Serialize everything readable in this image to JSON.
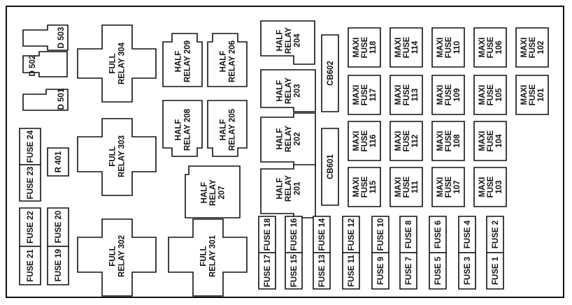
{
  "components": [
    {
      "id": "d503",
      "label": "D 503"
    },
    {
      "id": "d502",
      "label": "D 502"
    },
    {
      "id": "d501",
      "label": "D 501"
    },
    {
      "id": "r401",
      "label": "R 401"
    },
    {
      "id": "fr304",
      "lines": [
        "FULL",
        "RELAY 304"
      ]
    },
    {
      "id": "fr303",
      "lines": [
        "FULL",
        "RELAY 303"
      ]
    },
    {
      "id": "fr302",
      "lines": [
        "FULL",
        "RELAY 302"
      ]
    },
    {
      "id": "fr301",
      "lines": [
        "FULL",
        "RELAY 301"
      ]
    },
    {
      "id": "hr209",
      "lines": [
        "HALF",
        "RELAY 209"
      ]
    },
    {
      "id": "hr206",
      "lines": [
        "HALF",
        "RELAY 206"
      ]
    },
    {
      "id": "hr208",
      "lines": [
        "HALF",
        "RELAY 208"
      ]
    },
    {
      "id": "hr205",
      "lines": [
        "HALF",
        "RELAY 205"
      ]
    },
    {
      "id": "hr207",
      "lines": [
        "HALF",
        "RELAY",
        "207"
      ]
    },
    {
      "id": "hr204",
      "lines": [
        "HALF",
        "RELAY",
        "204"
      ]
    },
    {
      "id": "hr203",
      "lines": [
        "HALF",
        "RELAY",
        "203"
      ]
    },
    {
      "id": "hr202",
      "lines": [
        "HALF",
        "RELAY",
        "202"
      ]
    },
    {
      "id": "hr201",
      "lines": [
        "HALF",
        "RELAY",
        "201"
      ]
    },
    {
      "id": "cb602",
      "label": "CB602"
    },
    {
      "id": "cb601",
      "label": "CB601"
    },
    {
      "id": "mf118",
      "lines": [
        "MAXI",
        "FUSE",
        "118"
      ]
    },
    {
      "id": "mf114",
      "lines": [
        "MAXI",
        "FUSE",
        "114"
      ]
    },
    {
      "id": "mf110",
      "lines": [
        "MAXI",
        "FUSE",
        "110"
      ]
    },
    {
      "id": "mf106",
      "lines": [
        "MAXI",
        "FUSE",
        "106"
      ]
    },
    {
      "id": "mf102",
      "lines": [
        "MAXI",
        "FUSE",
        "102"
      ]
    },
    {
      "id": "mf117",
      "lines": [
        "MAXI",
        "FUSE",
        "117"
      ]
    },
    {
      "id": "mf113",
      "lines": [
        "MAXI",
        "FUSE",
        "113"
      ]
    },
    {
      "id": "mf109",
      "lines": [
        "MAXI",
        "FUSE",
        "109"
      ]
    },
    {
      "id": "mf105",
      "lines": [
        "MAXI",
        "FUSE",
        "105"
      ]
    },
    {
      "id": "mf101",
      "lines": [
        "MAXI",
        "FUSE",
        "101"
      ]
    },
    {
      "id": "mf116",
      "lines": [
        "MAXI",
        "FUSE",
        "116"
      ]
    },
    {
      "id": "mf112",
      "lines": [
        "MAXI",
        "FUSE",
        "112"
      ]
    },
    {
      "id": "mf108",
      "lines": [
        "MAXI",
        "FUSE",
        "108"
      ]
    },
    {
      "id": "mf104",
      "lines": [
        "MAXI",
        "FUSE",
        "104"
      ]
    },
    {
      "id": "mf115",
      "lines": [
        "MAXI",
        "FUSE",
        "115"
      ]
    },
    {
      "id": "mf111",
      "lines": [
        "MAXI",
        "FUSE",
        "111"
      ]
    },
    {
      "id": "mf107",
      "lines": [
        "MAXI",
        "FUSE",
        "107"
      ]
    },
    {
      "id": "mf103",
      "lines": [
        "MAXI",
        "FUSE",
        "103"
      ]
    },
    {
      "id": "f24",
      "label": "FUSE 24"
    },
    {
      "id": "f23",
      "label": "FUSE 23"
    },
    {
      "id": "f22",
      "label": "FUSE 22"
    },
    {
      "id": "f21",
      "label": "FUSE 21"
    },
    {
      "id": "f20",
      "label": "FUSE 20"
    },
    {
      "id": "f19",
      "label": "FUSE 19"
    },
    {
      "id": "f18",
      "label": "FUSE 18"
    },
    {
      "id": "f17",
      "label": "FUSE 17"
    },
    {
      "id": "f16",
      "label": "FUSE 16"
    },
    {
      "id": "f15",
      "label": "FUSE 15"
    },
    {
      "id": "f14",
      "label": "FUSE 14"
    },
    {
      "id": "f13",
      "label": "FUSE 13"
    },
    {
      "id": "f12",
      "label": "FUSE 12"
    },
    {
      "id": "f11",
      "label": "FUSE 11"
    },
    {
      "id": "f10",
      "label": "FUSE 10"
    },
    {
      "id": "f9",
      "label": "FUSE 9"
    },
    {
      "id": "f8",
      "label": "FUSE 8"
    },
    {
      "id": "f7",
      "label": "FUSE 7"
    },
    {
      "id": "f6",
      "label": "FUSE 6"
    },
    {
      "id": "f5",
      "label": "FUSE 5"
    },
    {
      "id": "f4",
      "label": "FUSE 4"
    },
    {
      "id": "f3",
      "label": "FUSE 3"
    },
    {
      "id": "f2",
      "label": "FUSE 2"
    },
    {
      "id": "f1",
      "label": "FUSE 1"
    }
  ]
}
